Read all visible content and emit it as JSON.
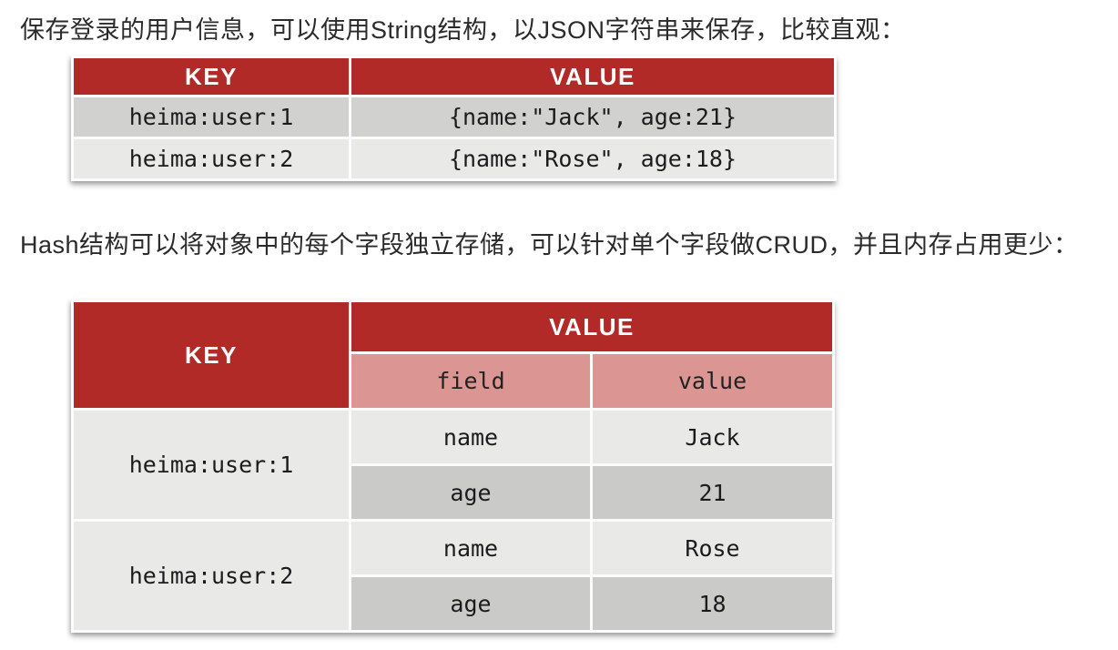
{
  "colors": {
    "header_red": "#b12a27",
    "subheader_pink": "#db9593",
    "row_dark": "#d1d1cf",
    "row_light": "#e9e9e7",
    "row_dark_alt": "#cacac8",
    "header_text": "#ffffff",
    "body_text": "#2b2b2b"
  },
  "paragraphs": {
    "string_intro": "保存登录的用户信息，可以使用String结构，以JSON字符串来保存，比较直观：",
    "hash_intro": "Hash结构可以将对象中的每个字段独立存储，可以针对单个字段做CRUD，并且内存占用更少："
  },
  "string_table": {
    "headers": {
      "key": "KEY",
      "value": "VALUE"
    },
    "rows": [
      {
        "key": "heima:user:1",
        "value": "{name:\"Jack\", age:21}"
      },
      {
        "key": "heima:user:2",
        "value": "{name:\"Rose\", age:18}"
      }
    ]
  },
  "hash_table": {
    "headers": {
      "key": "KEY",
      "value": "VALUE",
      "field": "field",
      "value_sub": "value"
    },
    "groups": [
      {
        "key": "heima:user:1",
        "entries": [
          {
            "field": "name",
            "value": "Jack"
          },
          {
            "field": "age",
            "value": "21"
          }
        ]
      },
      {
        "key": "heima:user:2",
        "entries": [
          {
            "field": "name",
            "value": "Rose"
          },
          {
            "field": "age",
            "value": "18"
          }
        ]
      }
    ]
  }
}
